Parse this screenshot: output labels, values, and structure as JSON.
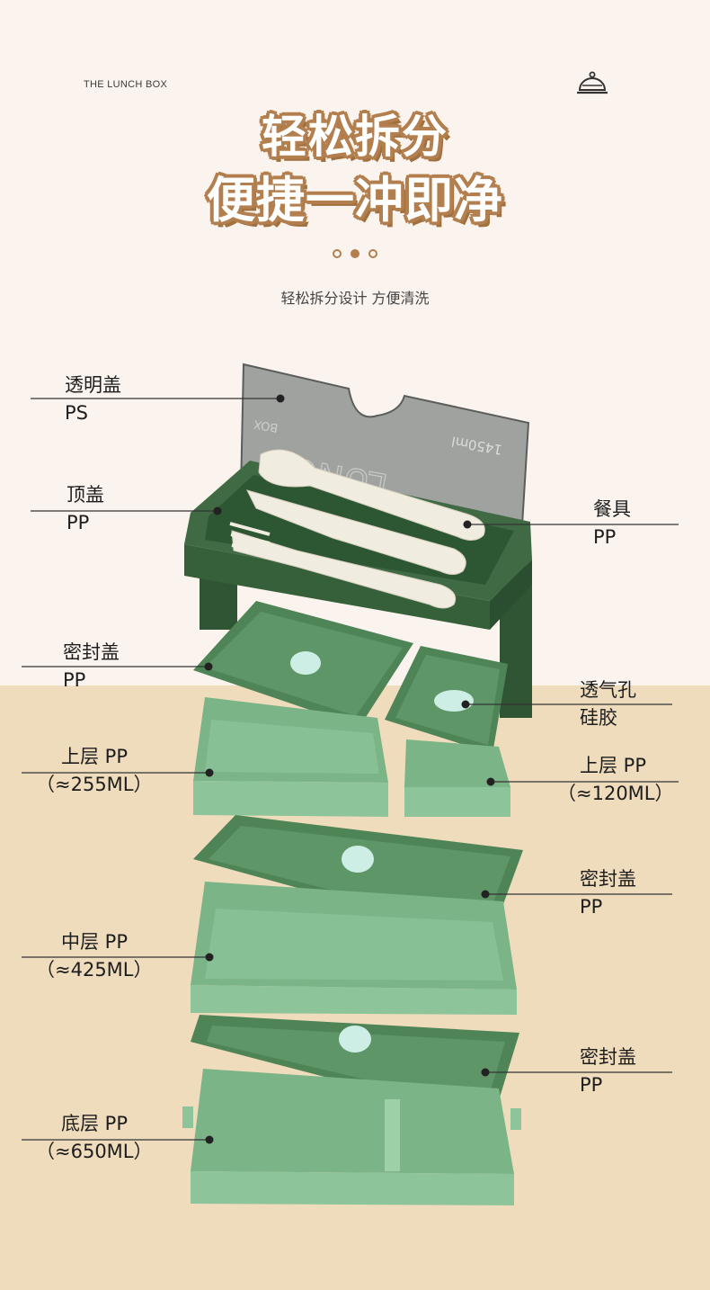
{
  "header": {
    "brand": "THE LUNCH BOX",
    "headline_line1": "轻松拆分",
    "headline_line2": "便捷一冲即净",
    "subtitle": "轻松拆分设计 方便清洗"
  },
  "icons": [
    "cloche-icon",
    "pagination-dots"
  ],
  "colors": {
    "top_background": "#fbf4ee",
    "bottom_background": "#efdcbc",
    "headline_outline": "#b37f4f",
    "dark_green": "#3f6a43",
    "sage_green": "#8ec49a",
    "mint_vent": "#cdeee5"
  },
  "product": {
    "lid_print_1": "LUNCH",
    "lid_print_2": "BOX",
    "lid_print_3": "1450ml"
  },
  "labels": {
    "clear_lid": {
      "name": "透明盖",
      "material": "PS"
    },
    "top_cover": {
      "name": "顶盖",
      "material": "PP"
    },
    "cutlery": {
      "name": "餐具",
      "material": "PP"
    },
    "seal_lid_1": {
      "name": "密封盖",
      "material": "PP"
    },
    "vent": {
      "name": "透气孔",
      "material": "硅胶"
    },
    "upper_left": {
      "name": "上层 PP",
      "capacity": "（≈255ML）"
    },
    "upper_right": {
      "name": "上层 PP",
      "capacity": "（≈120ML）"
    },
    "seal_lid_2": {
      "name": "密封盖",
      "material": "PP"
    },
    "middle": {
      "name": "中层 PP",
      "capacity": "（≈425ML）"
    },
    "seal_lid_3": {
      "name": "密封盖",
      "material": "PP"
    },
    "bottom": {
      "name": "底层 PP",
      "capacity": "（≈650ML）"
    }
  }
}
